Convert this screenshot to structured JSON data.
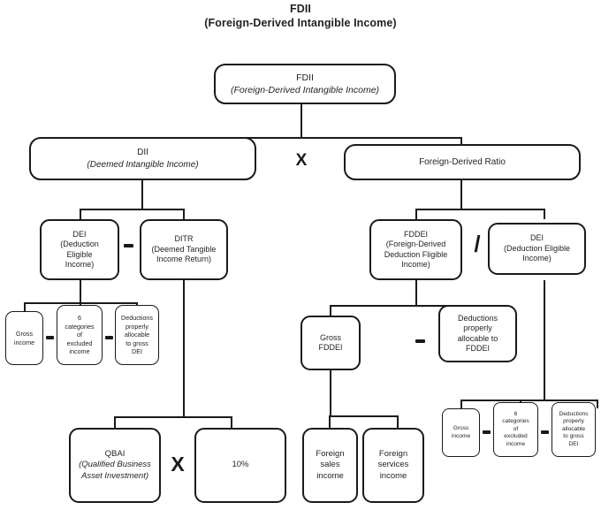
{
  "title": {
    "line1": "FDII",
    "line2": "(Foreign-Derived Intangible Income)"
  },
  "operators": {
    "times": "X",
    "times_qbai": "X",
    "divide": "/",
    "minus": "-"
  },
  "nodes": {
    "fdii": {
      "line1": "FDII",
      "line2": "(Foreign-Derived Intangible Income)"
    },
    "dii": {
      "line1": "DII",
      "line2": "(Deemed Intangible Income)"
    },
    "fd_ratio": {
      "line1": "Foreign-Derived Ratio"
    },
    "dei_left": {
      "line1": "DEI",
      "line2": "(Deduction",
      "line3": "Eligible",
      "line4": "Income)"
    },
    "ditr": {
      "line1": "DITR",
      "line2": "(Deemed Tangible",
      "line3": "Income Return)"
    },
    "fddei": {
      "line1": "FDDEI",
      "line2": "(Foreign-Derived",
      "line3": "Deduction Fligible",
      "line4": "Income)"
    },
    "dei_right": {
      "line1": "DEI",
      "line2": "(Deduction Eligible",
      "line3": "Income)"
    },
    "gross_income_left": {
      "line1": "Gross",
      "line2": "income"
    },
    "excluded_left": {
      "line1": "6",
      "line2": "categories",
      "line3": "of",
      "line4": "excluded",
      "line5": "income"
    },
    "deductions_dei_left": {
      "line1": "Deductions",
      "line2": "properly",
      "line3": "allocable",
      "line4": "to gross",
      "line5": "DEI"
    },
    "gross_fddei": {
      "line1": "Gross",
      "line2": "FDDEI"
    },
    "deductions_fddei": {
      "line1": "Deductions",
      "line2": "properly",
      "line3": "allocable to",
      "line4": "FDDEI"
    },
    "gross_income_right": {
      "line1": "Gross",
      "line2": "income"
    },
    "excluded_right": {
      "line1": "6",
      "line2": "categories",
      "line3": "of",
      "line4": "excluded",
      "line5": "income"
    },
    "deductions_dei_right": {
      "line1": "Deductions",
      "line2": "properly",
      "line3": "allocable",
      "line4": "to gross",
      "line5": "DEI"
    },
    "qbai": {
      "line1": "QBAI",
      "line2": "(Qualified Business",
      "line3": "Asset Investment)"
    },
    "ten_percent": {
      "line1": "10%"
    },
    "foreign_sales": {
      "line1": "Foreign",
      "line2": "sales",
      "line3": "income"
    },
    "foreign_services": {
      "line1": "Foreign",
      "line2": "services",
      "line3": "income"
    }
  },
  "colors": {
    "stroke": "#1a1a1a",
    "text": "#231f20",
    "background": "#ffffff"
  }
}
